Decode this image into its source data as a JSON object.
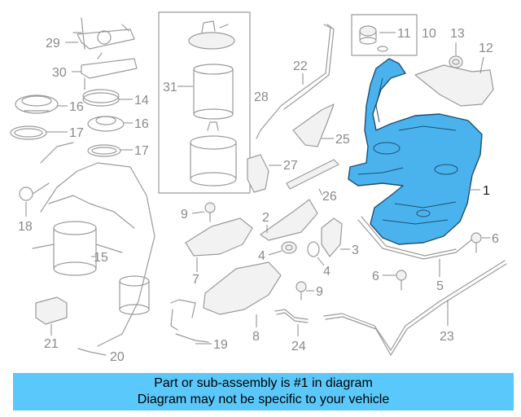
{
  "callouts": {
    "c1": "1",
    "c2": "2",
    "c3": "3",
    "c4a": "4",
    "c4b": "4",
    "c5": "5",
    "c6a": "6",
    "c6b": "6",
    "c7": "7",
    "c8": "8",
    "c9a": "9",
    "c9b": "9",
    "c10": "10",
    "c11": "11",
    "c12": "12",
    "c13": "13",
    "c14": "14",
    "c15": "15",
    "c16a": "16",
    "c16b": "16",
    "c17a": "17",
    "c17b": "17",
    "c18": "18",
    "c19": "19",
    "c20": "20",
    "c21": "21",
    "c22": "22",
    "c23": "23",
    "c24": "24",
    "c25": "25",
    "c26": "26",
    "c27": "27",
    "c28": "28",
    "c29": "29",
    "c30": "30",
    "c31": "31"
  },
  "footer": {
    "line1": "Part or sub-assembly is #1 in diagram",
    "line2": "Diagram may not be specific to your vehicle"
  },
  "colors": {
    "highlight": "#4ab3ee",
    "banner": "#5ac8fa",
    "line": "#9a9a9a"
  }
}
